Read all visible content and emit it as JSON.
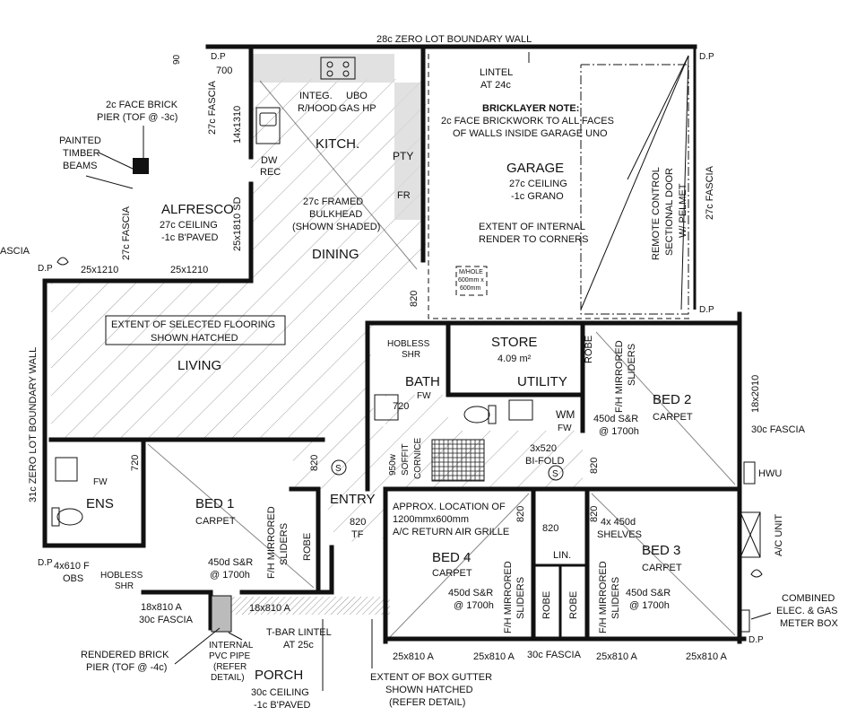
{
  "labels": {
    "boundary_top": "28c ZERO LOT BOUNDARY WALL",
    "boundary_left": "31c ZERO LOT BOUNDARY WALL",
    "dp1": "D.P",
    "dp2": "D.P",
    "dp3": "D.P",
    "dp4": "D.P",
    "dp5": "D.P",
    "dp6": "D.P",
    "dim_90": "90",
    "dim_700": "700",
    "fascia_27c_a": "27c FASCIA",
    "fascia_27c_b": "27c FASCIA",
    "fascia_27c_c": "27c FASCIA",
    "fascia_left": "ASCIA",
    "dim_14x1310": "14x1310",
    "integ": "INTEG.",
    "rhood": "R/HOOD",
    "ubo": "UBO",
    "gashp": "GAS HP",
    "kitch": "KITCH.",
    "pty": "PTY",
    "fr": "FR",
    "dw": "DW",
    "rec": "REC",
    "lintel": "LINTEL",
    "at24c": "AT 24c",
    "bricklayer_note": "BRICKLAYER NOTE:",
    "brick_note_1": "2c FACE BRICKWORK TO ALL FACES",
    "brick_note_2": "OF WALLS INSIDE GARAGE UNO",
    "brick_pier_1": "2c FACE BRICK",
    "brick_pier_2": "PIER (TOF @ -3c)",
    "painted_1": "PAINTED",
    "painted_2": "TIMBER",
    "painted_3": "BEAMS",
    "garage": "GARAGE",
    "garage_c1": "27c CEILING",
    "garage_c2": "-1c GRANO",
    "extent_render_1": "EXTENT OF INTERNAL",
    "extent_render_2": "RENDER TO CORNERS",
    "remote_1": "REMOTE CONTROL",
    "remote_2": "SECTIONAL DOOR",
    "remote_3": "W/ PELMET",
    "alfresco": "ALFRESCO",
    "alfresco_c1": "27c CEILING",
    "alfresco_c2": "-1c B'PAVED",
    "dim_25x1810sd": "25x1810 SD",
    "bulkhead_1": "27c FRAMED",
    "bulkhead_2": "BULKHEAD",
    "bulkhead_3": "(SHOWN SHADED)",
    "dining": "DINING",
    "win_25x1210_a": "25x1210",
    "win_25x1210_b": "25x1210",
    "mhole_1": "M/HOLE",
    "mhole_2": "600mm x",
    "mhole_3": "600mm",
    "door_820_dining": "820",
    "extent_floor_1": "EXTENT OF SELECTED FLOORING",
    "extent_floor_2": "SHOWN HATCHED",
    "living": "LIVING",
    "hobless_shr_1": "HOBLESS",
    "hobless_shr_2": "SHR",
    "store": "STORE",
    "store_area": "4.09 m²",
    "utility": "UTILITY",
    "robe_b2": "ROBE",
    "fh_mirror_b2_1": "F/H MIRRORED",
    "fh_mirror_b2_2": "SLIDERS",
    "bath": "BATH",
    "fw_bath": "FW",
    "wm": "WM",
    "fw_ldry": "FW",
    "bed2": "BED 2",
    "bed2_carpet": "CARPET",
    "win_18x2010": "18x2010",
    "fascia_30c_right": "30c FASCIA",
    "sr_b2_1": "450d S&R",
    "sr_b2_2": "@ 1700h",
    "door_720_bath": "720",
    "soffit_1": "950w",
    "soffit_2": "SOFFIT",
    "soffit_3": "CORNICE",
    "bifold_1": "3x520",
    "bifold_2": "BI-FOLD",
    "smoke_1": "S",
    "smoke_2": "S",
    "door_720_ens": "720",
    "door_820_bed1": "820",
    "door_820_b2": "820",
    "hwu": "HWU",
    "fw_ens": "FW",
    "ens": "ENS",
    "bed1": "BED 1",
    "bed1_carpet": "CARPET",
    "fh_mirror_b1_1": "F/H MIRRORED",
    "fh_mirror_b1_2": "SLIDERS",
    "robe_b1": "ROBE",
    "entry": "ENTRY",
    "door_820tf_1": "820",
    "door_820tf_2": "TF",
    "ac_1": "APPROX. LOCATION OF",
    "ac_2": "1200mmx600mm",
    "ac_3": "A/C RETURN AIR GRILLE",
    "door_820_b4": "820",
    "door_820_lin": "820",
    "door_820_b3": "820",
    "shelves_1": "4x 450d",
    "shelves_2": "SHELVES",
    "ac_unit": "A/C UNIT",
    "win_4x610_1": "4x610 F",
    "win_4x610_2": "OBS",
    "hobless_ens_1": "HOBLESS",
    "hobless_ens_2": "SHR",
    "sr_b1_1": "450d S&R",
    "sr_b1_2": "@ 1700h",
    "bed4": "BED 4",
    "bed4_carpet": "CARPET",
    "lin": "LIN.",
    "bed3": "BED 3",
    "bed3_carpet": "CARPET",
    "sr_b4_1": "450d S&R",
    "sr_b4_2": "@ 1700h",
    "fh_mirror_b4_1": "F/H MIRRORED",
    "fh_mirror_b4_2": "SLIDERS",
    "robe_b4": "ROBE",
    "robe_b3": "ROBE",
    "fh_mirror_b3_1": "F/H MIRRORED",
    "fh_mirror_b3_2": "SLIDERS",
    "sr_b3_1": "450d S&R",
    "sr_b3_2": "@ 1700h",
    "meter_1": "COMBINED",
    "meter_2": "ELEC. & GAS",
    "meter_3": "METER BOX",
    "win_18x810_a": "18x810 A",
    "fascia_30c_bottom": "30c FASCIA",
    "win_18x810_b": "18x810 A",
    "tbar_1": "T-BAR LINTEL",
    "tbar_2": "AT 25c",
    "win_25x810_a": "25x810 A",
    "win_25x810_b": "25x810 A",
    "fascia_30c_bottom2": "30c FASCIA",
    "win_25x810_c": "25x810 A",
    "win_25x810_d": "25x810 A",
    "rendered_1": "RENDERED BRICK",
    "rendered_2": "PIER (TOF @ -4c)",
    "pvc_1": "INTERNAL",
    "pvc_2": "PVC PIPE",
    "pvc_3": "(REFER",
    "pvc_4": "DETAIL)",
    "porch": "PORCH",
    "porch_c1": "30c CEILING",
    "porch_c2": "-1c B'PAVED",
    "gutter_1": "EXTENT OF BOX GUTTER",
    "gutter_2": "SHOWN HATCHED",
    "gutter_3": "(REFER DETAIL)"
  },
  "colors": {
    "wall": "#111111",
    "bulkhead_fill": "#d9d9d9",
    "hatch": "#888888"
  },
  "icons": [
    "cooktop-icon",
    "sink-icon",
    "toilet-icon",
    "basin-icon",
    "tap-icon",
    "smoke-detector-icon",
    "a-c-return-grille-icon"
  ]
}
